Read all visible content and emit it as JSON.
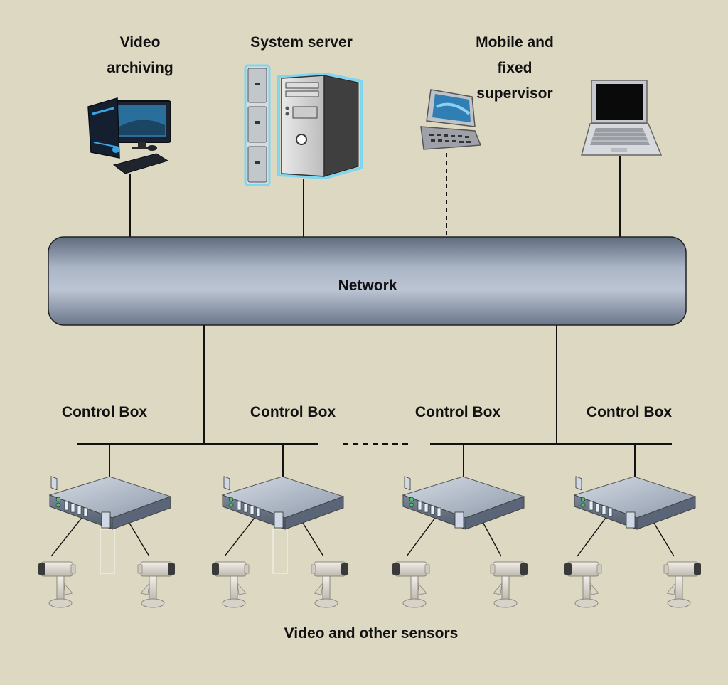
{
  "labels": {
    "video_archiving": [
      "Video",
      "archiving"
    ],
    "system_server": "System server",
    "supervisor": [
      "Mobile and",
      "fixed",
      "supervisor"
    ],
    "network": "Network",
    "control_boxes": [
      "Control Box",
      "Control Box",
      "Control Box",
      "Control Box"
    ],
    "sensors": "Video and other sensors"
  },
  "colors": {
    "background": "#ddd8c2",
    "network_fill": "#9ba7ba",
    "line": "#111111",
    "glow": "#7fd6f0"
  },
  "icons": {
    "archive": "desktop-computer-icon",
    "server": "server-tower-icon",
    "mobile": "smartphone-icon",
    "laptop": "laptop-icon",
    "control_box": "rack-unit-icon",
    "camera": "security-camera-icon"
  }
}
